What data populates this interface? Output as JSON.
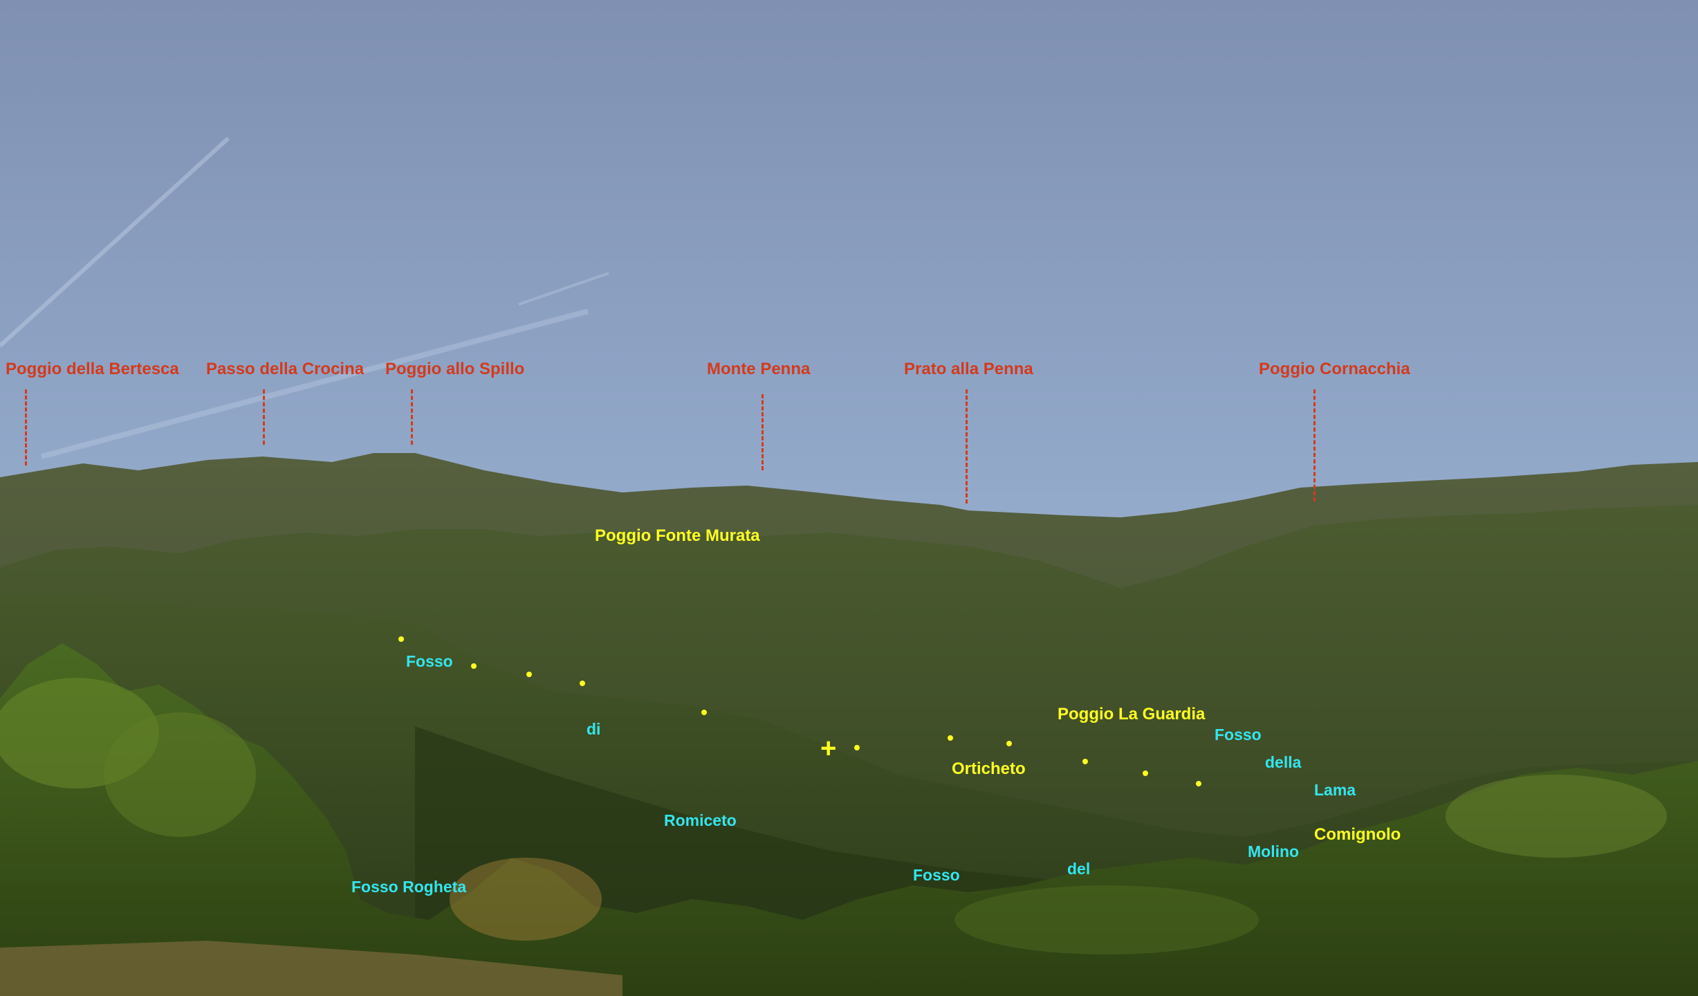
{
  "peaks": {
    "bertesca": "Poggio della Bertesca",
    "crocina": "Passo della Crocina",
    "spillo": "Poggio allo Spillo",
    "penna": "Monte Penna",
    "prato": "Prato alla Penna",
    "cornacchia": "Poggio Cornacchia"
  },
  "yellow_labels": {
    "fonte_murata": "Poggio Fonte Murata",
    "la_guardia": "Poggio La Guardia",
    "orticheto": "Orticheto",
    "comignolo": "Comignolo"
  },
  "cyan_labels": {
    "fosso_1": "Fosso",
    "di": "di",
    "romiceto": "Romiceto",
    "fosso_rogheta": "Fosso Rogheta",
    "fosso_2": "Fosso",
    "del": "del",
    "molino": "Molino",
    "fosso_3": "Fosso",
    "della": "della",
    "lama": "Lama"
  },
  "marker_icon": "cross-icon",
  "colors": {
    "peak_label": "#d43a1c",
    "place_label": "#ffff22",
    "stream_label": "#33e6ee"
  }
}
